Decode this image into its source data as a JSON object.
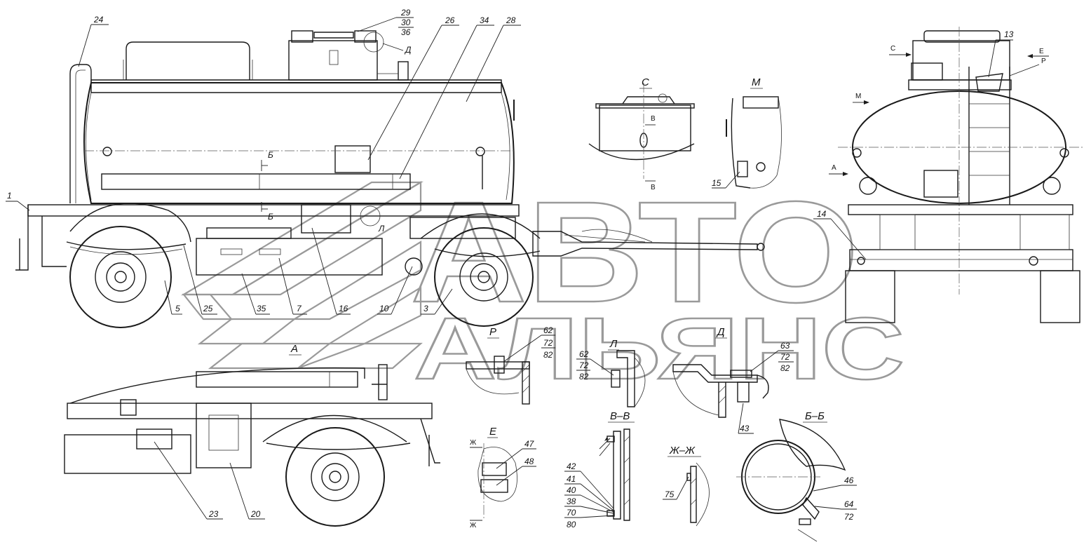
{
  "watermark": {
    "line1": "АВТО",
    "line2": "АЛЬЯНС"
  },
  "view_labels": {
    "C": "С",
    "M": "М",
    "P": "Р",
    "L": "Л",
    "D": "Д",
    "A": "А",
    "E": "Е",
    "VV": "В–В",
    "ZhZh": "Ж–Ж",
    "BB": "Б–Б"
  },
  "section_marks": {
    "B1": "Б",
    "B2": "Б",
    "V1": "В",
    "V2": "В",
    "Zh1": "Ж",
    "Zh2": "Ж",
    "C_arrow": "С",
    "E_arrow": "Е",
    "P_arrow": "Р",
    "M_arrow": "М",
    "A_arrow": "А",
    "L_mark": "Л",
    "D_mark": "Д"
  },
  "callouts": {
    "c1": "1",
    "c3": "3",
    "c5": "5",
    "c7": "7",
    "c10": "10",
    "c13": "13",
    "c14": "14",
    "c15": "15",
    "c16": "16",
    "c20": "20",
    "c23": "23",
    "c24": "24",
    "c25": "25",
    "c26": "26",
    "c28": "28",
    "c29": "29",
    "c30": "30",
    "c34": "34",
    "c35": "35",
    "c36": "36",
    "c38": "38",
    "c40": "40",
    "c41": "41",
    "c42": "42",
    "c43": "43",
    "c46": "46",
    "c47": "47",
    "c48": "48",
    "p62": "62",
    "p72": "72",
    "p82": "82",
    "l62": "62",
    "l72": "72",
    "l82": "82",
    "d63": "63",
    "d72": "72",
    "d82": "82",
    "c64": "64",
    "c72b": "72",
    "c70": "70",
    "c75": "75",
    "c80": "80"
  }
}
